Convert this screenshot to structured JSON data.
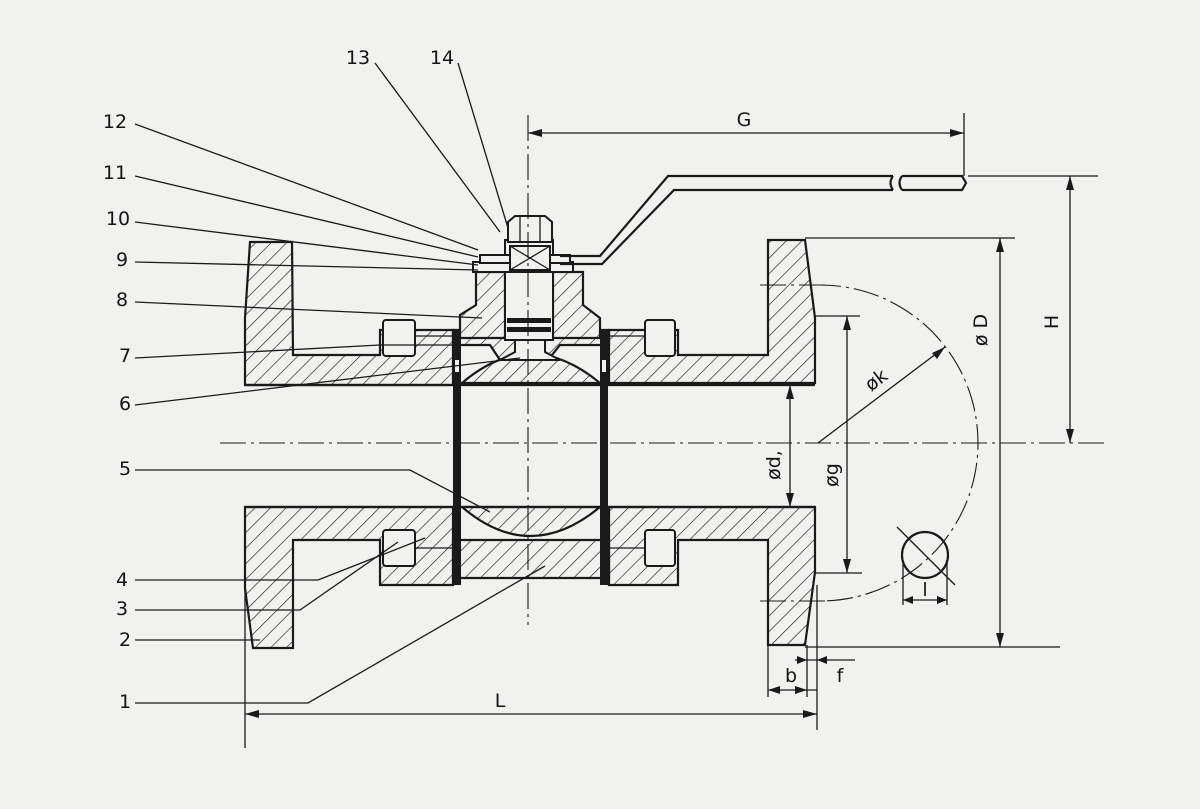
{
  "diagram": {
    "type": "ball-valve-section",
    "colors": {
      "background": "#f1f1f0",
      "ink": "#1a1a1a"
    },
    "callouts": [
      {
        "id": "1",
        "label": "1"
      },
      {
        "id": "2",
        "label": "2"
      },
      {
        "id": "3",
        "label": "3"
      },
      {
        "id": "4",
        "label": "4"
      },
      {
        "id": "5",
        "label": "5"
      },
      {
        "id": "6",
        "label": "6"
      },
      {
        "id": "7",
        "label": "7"
      },
      {
        "id": "8",
        "label": "8"
      },
      {
        "id": "9",
        "label": "9"
      },
      {
        "id": "10",
        "label": "10"
      },
      {
        "id": "11",
        "label": "11"
      },
      {
        "id": "12",
        "label": "12"
      },
      {
        "id": "13",
        "label": "13"
      },
      {
        "id": "14",
        "label": "14"
      }
    ],
    "dimensions": {
      "G": "G",
      "H": "H",
      "D": "ø D",
      "k": "øk",
      "d": "ød,",
      "g": "øg",
      "b": "b",
      "f": "f",
      "L": "L",
      "l": "l"
    }
  }
}
